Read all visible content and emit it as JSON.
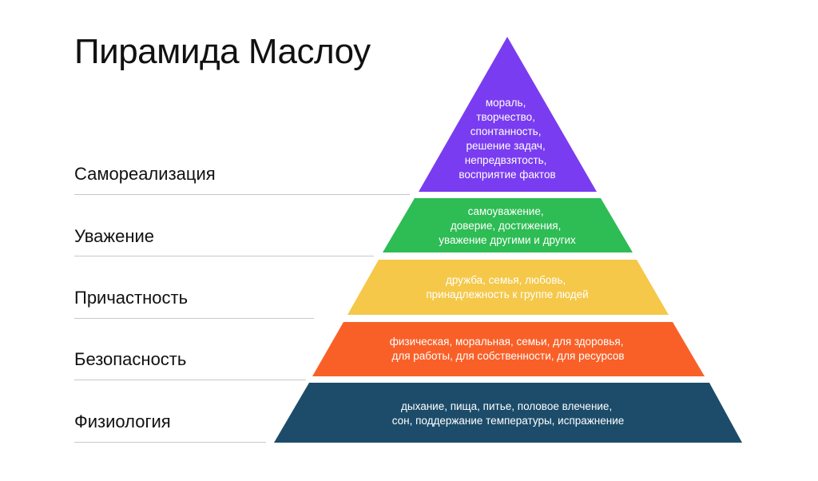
{
  "title": "Пирамида Маслоу",
  "levels": [
    {
      "label": "Самореализация",
      "color": "#7a3cf0",
      "text_color": "#ffffff",
      "lines": [
        "мораль,",
        "творчество,",
        "спонтанность,",
        "решение задач,",
        "непредвзятость,",
        "восприятие фактов"
      ]
    },
    {
      "label": "Уважение",
      "color": "#2ebc54",
      "text_color": "#ffffff",
      "lines": [
        "самоуважение,",
        "доверие, достижения,",
        "уважение другими и других"
      ]
    },
    {
      "label": "Причастность",
      "color": "#f5c84a",
      "text_color": "#111111",
      "lines": [
        "дружба, семья, любовь,",
        "принадлежность к группе людей"
      ]
    },
    {
      "label": "Безопасность",
      "color": "#f96028",
      "text_color": "#ffffff",
      "lines": [
        "физическая, моральная, семьи, для здоровья,",
        "для работы, для собственности, для ресурсов"
      ]
    },
    {
      "label": "Физиология",
      "color": "#1c4c6a",
      "text_color": "#ffffff",
      "lines": [
        "дыхание, пища, питье, половое влечение,",
        "сон, поддержание температуры, испражнение"
      ]
    }
  ]
}
